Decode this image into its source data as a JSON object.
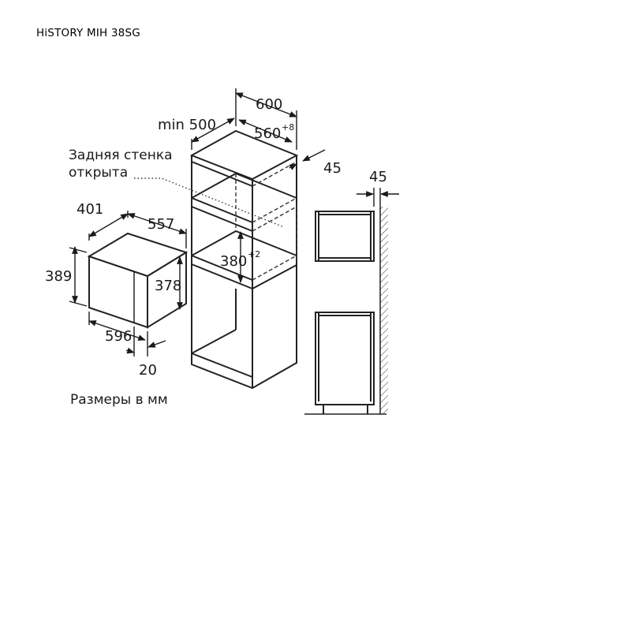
{
  "model_title": "HiSTORY MIH 38SG",
  "note_rear_wall": {
    "line1": "Задняя стенка",
    "line2": "открыта"
  },
  "dimensions_unit_note": "Размеры в мм",
  "appliance": {
    "depth": "401",
    "width_top": "557",
    "height": "389",
    "inner_height": "378",
    "front_width": "596",
    "door_thickness": "20"
  },
  "cabinet": {
    "width": "600",
    "min_depth_label": "min 500",
    "niche_width": "560",
    "niche_width_tol": "+8",
    "rear_gap": "45",
    "niche_height": "380",
    "niche_height_tol": "+2"
  },
  "side_view": {
    "wall_gap": "45"
  }
}
